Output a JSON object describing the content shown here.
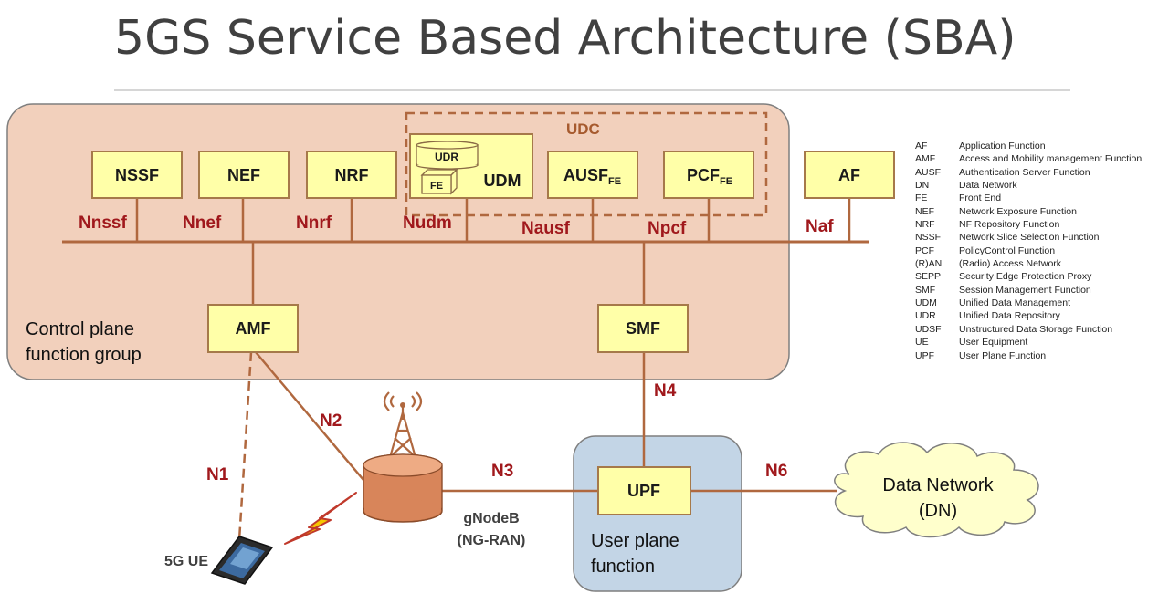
{
  "title": "5GS Service Based Architecture (SBA)",
  "groups": {
    "control_plane": [
      "Control plane",
      "function group"
    ],
    "udc": "UDC",
    "user_plane": [
      "User plane",
      "function"
    ]
  },
  "functions": {
    "nssf": "NSSF",
    "nef": "NEF",
    "nrf": "NRF",
    "udm": "UDM",
    "udr": "UDR",
    "fe": "FE",
    "ausf": "AUSF",
    "ausf_sub": "FE",
    "pcf": "PCF",
    "pcf_sub": "FE",
    "af": "AF",
    "amf": "AMF",
    "smf": "SMF",
    "upf": "UPF"
  },
  "interfaces": {
    "nnssf": "Nnssf",
    "nnef": "Nnef",
    "nnrf": "Nnrf",
    "nudm": "Nudm",
    "nausf": "Nausf",
    "npcf": "Npcf",
    "naf": "Naf",
    "n1": "N1",
    "n2": "N2",
    "n3": "N3",
    "n4": "N4",
    "n6": "N6"
  },
  "nodes": {
    "gnodeb": [
      "gNodeB",
      "(NG-RAN)"
    ],
    "ue": "5G UE",
    "data_network": [
      "Data Network",
      "(DN)"
    ]
  },
  "legend": [
    {
      "abbr": "AF",
      "desc": "Application Function"
    },
    {
      "abbr": "AMF",
      "desc": "Access and Mobility management Function"
    },
    {
      "abbr": "AUSF",
      "desc": "Authentication Server Function"
    },
    {
      "abbr": "DN",
      "desc": "Data Network"
    },
    {
      "abbr": "FE",
      "desc": "Front End"
    },
    {
      "abbr": "NEF",
      "desc": "Network Exposure Function"
    },
    {
      "abbr": "NRF",
      "desc": "NF Repository Function"
    },
    {
      "abbr": "NSSF",
      "desc": "Network Slice Selection Function"
    },
    {
      "abbr": "PCF",
      "desc": "PolicyControl Function"
    },
    {
      "abbr": "(R)AN",
      "desc": "(Radio) Access Network"
    },
    {
      "abbr": "SEPP",
      "desc": "Security Edge Protection Proxy"
    },
    {
      "abbr": "SMF",
      "desc": "Session Management Function"
    },
    {
      "abbr": "UDM",
      "desc": "Unified Data Management"
    },
    {
      "abbr": "UDR",
      "desc": "Unified Data Repository"
    },
    {
      "abbr": "UDSF",
      "desc": "Unstructured Data Storage Function"
    },
    {
      "abbr": "UE",
      "desc": "User Equipment"
    },
    {
      "abbr": "UPF",
      "desc": "User Plane Function"
    }
  ],
  "colors": {
    "control_plane_fill": "#f2d0bc",
    "user_plane_fill": "#c3d5e6",
    "nf_box_fill": "#ffffa8",
    "line": "#b0683f",
    "interface_label": "#a0181c"
  }
}
